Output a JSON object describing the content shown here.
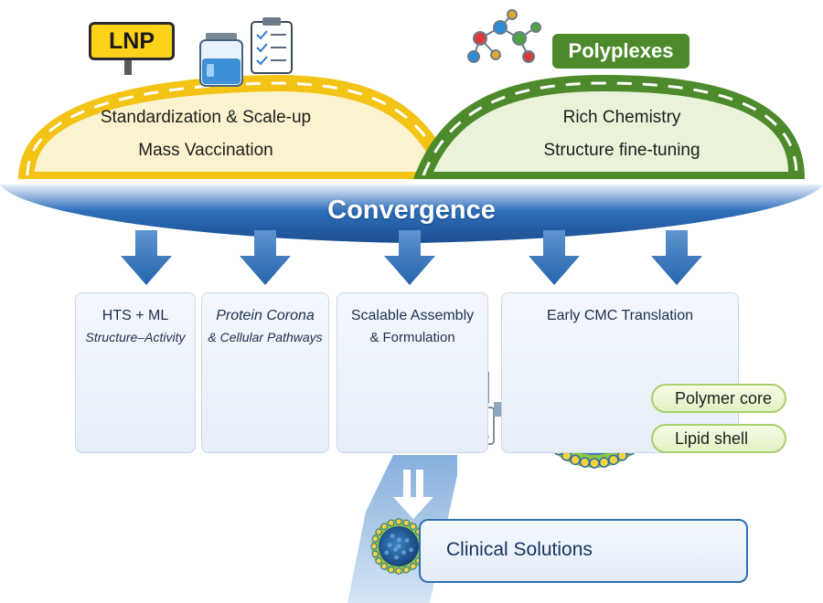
{
  "lnp": {
    "sign": "LNP",
    "line1": "Standardization & Scale-up",
    "line2": "Mass Vaccination",
    "color": "#f3c316"
  },
  "polyplexes": {
    "tag": "Polyplexes",
    "line1": "Rich Chemistry",
    "line2": "Structure fine-tuning",
    "color": "#4d8a2c"
  },
  "convergence": "Convergence",
  "panels": [
    {
      "title": "HTS + ML",
      "subtitle": "Structure–Activity",
      "icon": "network-graph-icon"
    },
    {
      "title": "Protein Corona",
      "subtitle": "& Cellular Pathways",
      "icon": "nanoparticle-corona-icon"
    },
    {
      "title": "Scalable Assembly",
      "subtitle": "& Formulation",
      "icon": "lab-flask-platform-icon"
    },
    {
      "title": "Early CMC Translation",
      "icon": "core-shell-particle-icon"
    }
  ],
  "particle_labels": [
    "Polymer core",
    "Lipid shell"
  ],
  "clinical": {
    "label": "Clinical Solutions",
    "icon": "dna-folder-icon"
  },
  "colors": {
    "accent_blue": "#1f5fa8",
    "lnp_yellow": "#f3c316",
    "polyplex_green": "#4d8a2c"
  }
}
